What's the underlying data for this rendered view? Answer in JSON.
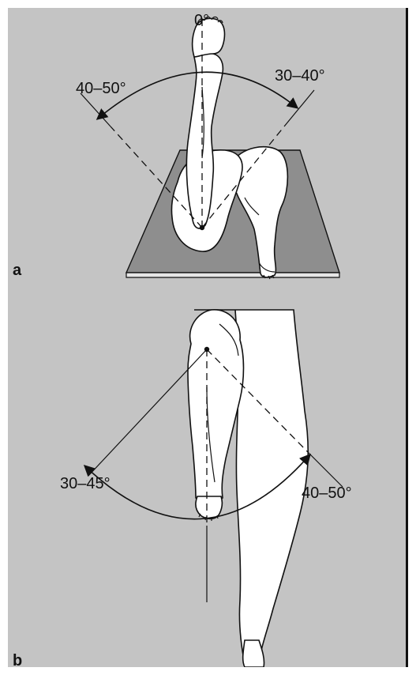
{
  "panels": {
    "a": {
      "letter": "a",
      "angles": {
        "center": "0°",
        "left": "40–50°",
        "right": "30–40°"
      }
    },
    "b": {
      "letter": "b",
      "angles": {
        "left": "30–45°",
        "right": "40–50°"
      }
    }
  },
  "colors": {
    "background": "#c4c4c4",
    "table": "#8e8e8e",
    "ink": "#111111",
    "skin": "#ffffff"
  }
}
